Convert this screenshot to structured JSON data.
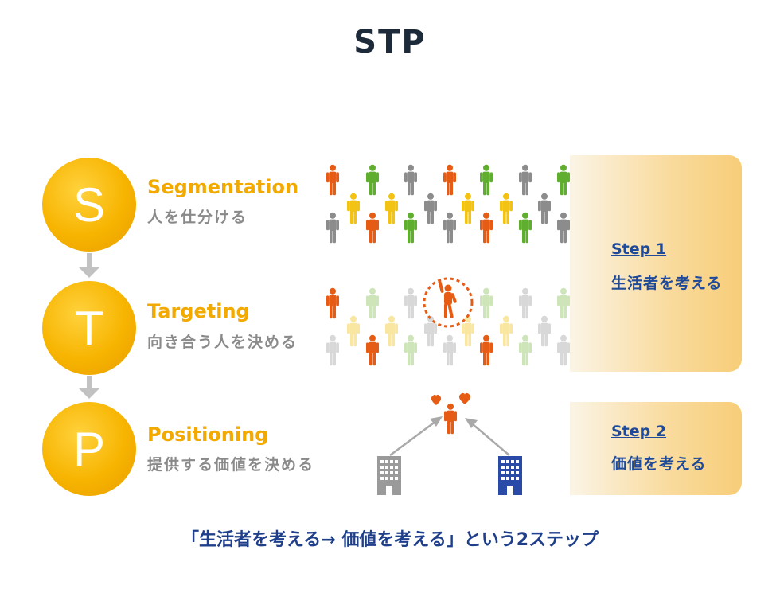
{
  "title": "STP",
  "steps": [
    {
      "letter": "S",
      "name": "Segmentation",
      "desc": "人を仕分ける"
    },
    {
      "letter": "T",
      "name": "Targeting",
      "desc": "向き合う人を決める"
    },
    {
      "letter": "P",
      "name": "Positioning",
      "desc": "提供する価値を決める"
    }
  ],
  "panels": [
    {
      "step": "Step 1",
      "text": "生活者を考える"
    },
    {
      "step": "Step 2",
      "text": "価値を考える"
    }
  ],
  "footer": "「生活者を考える→ 価値を考える」という2ステップ",
  "colors": {
    "accent_yellow": "#f7b400",
    "orange": "#e65c14",
    "green": "#5fae2e",
    "gray": "#8c8c8c",
    "yellow": "#f2c313",
    "navy": "#1e4a99"
  },
  "icons": [
    "person-icon",
    "building-icon",
    "heart-icon",
    "target-circle-icon"
  ]
}
